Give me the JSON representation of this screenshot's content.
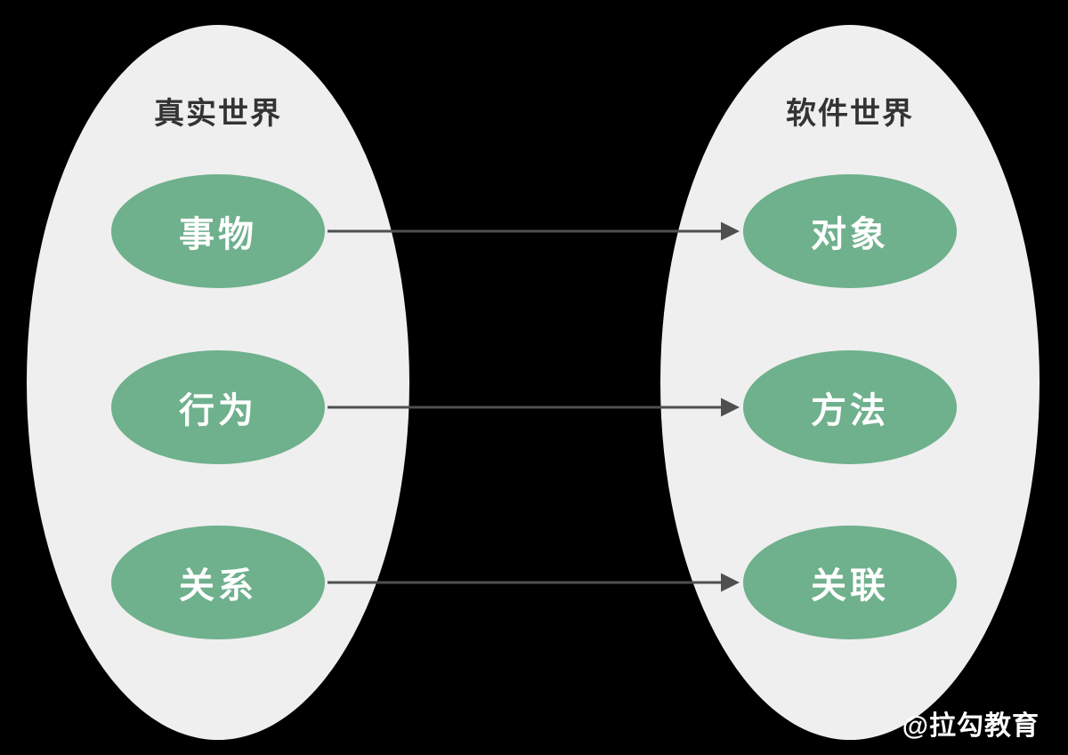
{
  "diagram": {
    "left_group": {
      "title": "真实世界",
      "items": [
        {
          "label": "事物"
        },
        {
          "label": "行为"
        },
        {
          "label": "关系"
        }
      ]
    },
    "right_group": {
      "title": "软件世界",
      "items": [
        {
          "label": "对象"
        },
        {
          "label": "方法"
        },
        {
          "label": "关联"
        }
      ]
    },
    "mappings": [
      {
        "from": "事物",
        "to": "对象"
      },
      {
        "from": "行为",
        "to": "方法"
      },
      {
        "from": "关系",
        "to": "关联"
      }
    ],
    "colors": {
      "background": "#000000",
      "group_fill": "#efefef",
      "node_fill": "#6fb08d",
      "node_text": "#ffffff",
      "title_text": "#333333",
      "arrow": "#4f4f4f"
    }
  },
  "watermark": "@拉勾教育"
}
